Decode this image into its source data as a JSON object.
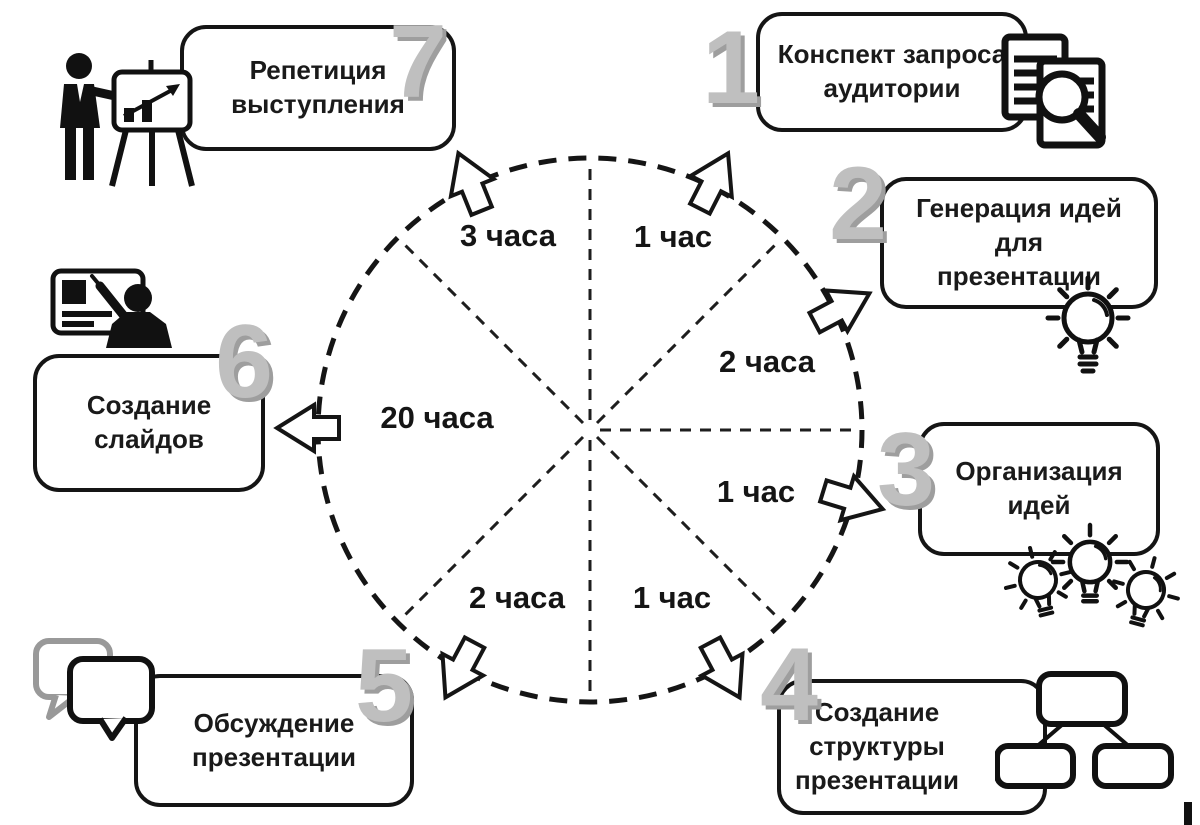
{
  "diagram_type": "presentation-preparation-time-cycle",
  "language": "ru",
  "steps": [
    {
      "number": "1",
      "label": "Конспект запроса аудитории",
      "time": "1 час",
      "icon": "documents-search-icon"
    },
    {
      "number": "2",
      "label": "Генерация идей для презентации",
      "time": "2 часа",
      "icon": "lightbulb-icon"
    },
    {
      "number": "3",
      "label": "Организация идей",
      "time": "1 час",
      "icon": "lightbulbs-group-icon"
    },
    {
      "number": "4",
      "label": "Создание структуры презентации",
      "time": "1 час",
      "icon": "org-chart-icon"
    },
    {
      "number": "5",
      "label": "Обсуждение презентации",
      "time": "2 часа",
      "icon": "chat-bubbles-icon"
    },
    {
      "number": "6",
      "label": "Создание слайдов",
      "time": "20 часа",
      "icon": "slide-presenter-icon"
    },
    {
      "number": "7",
      "label": "Репетиция выступления",
      "time": "3 часа",
      "icon": "rehearsal-presenter-icon"
    }
  ],
  "colors": {
    "ink": "#151515",
    "number_gray": "#bfbfbf",
    "number_shadow": "#9e9e9e",
    "secondary_gray": "#999999",
    "background": "#ffffff"
  }
}
